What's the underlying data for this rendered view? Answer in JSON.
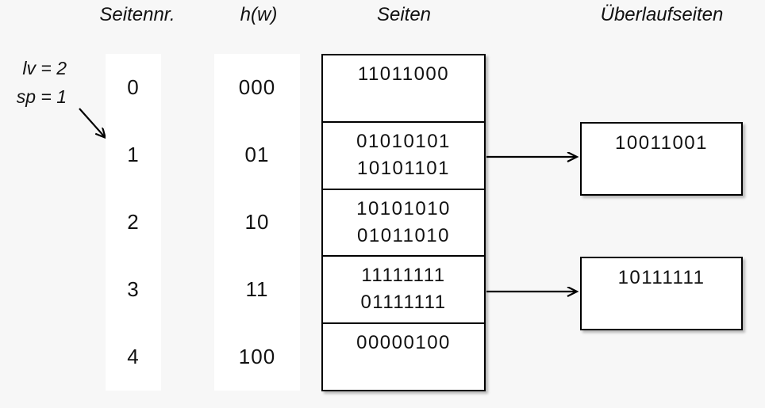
{
  "headers": {
    "seitennr": "Seitennr.",
    "hw": "h(w)",
    "seiten": "Seiten",
    "ueberlauf": "Überlaufseiten"
  },
  "annotation": {
    "lv": "lv = 2",
    "sp": "1",
    "lv_line": "lv = 2",
    "sp_line": "sp = 1"
  },
  "rows": [
    {
      "nr": "0",
      "hw": "000",
      "entries": [
        "11011000"
      ]
    },
    {
      "nr": "1",
      "hw": "01",
      "entries": [
        "01010101",
        "10101101"
      ]
    },
    {
      "nr": "2",
      "hw": "10",
      "entries": [
        "10101010",
        "01011010"
      ]
    },
    {
      "nr": "3",
      "hw": "11",
      "entries": [
        "11111111",
        "01111111"
      ]
    },
    {
      "nr": "4",
      "hw": "100",
      "entries": [
        "00000100"
      ]
    }
  ],
  "overflow_pages": [
    {
      "value": "10011001",
      "from_row": "1"
    },
    {
      "value": "10111111",
      "from_row": "3"
    }
  ],
  "colors": {
    "background": "#f7f7f7",
    "box_fill": "#ffffff",
    "stroke": "#000000",
    "text": "#111111"
  }
}
